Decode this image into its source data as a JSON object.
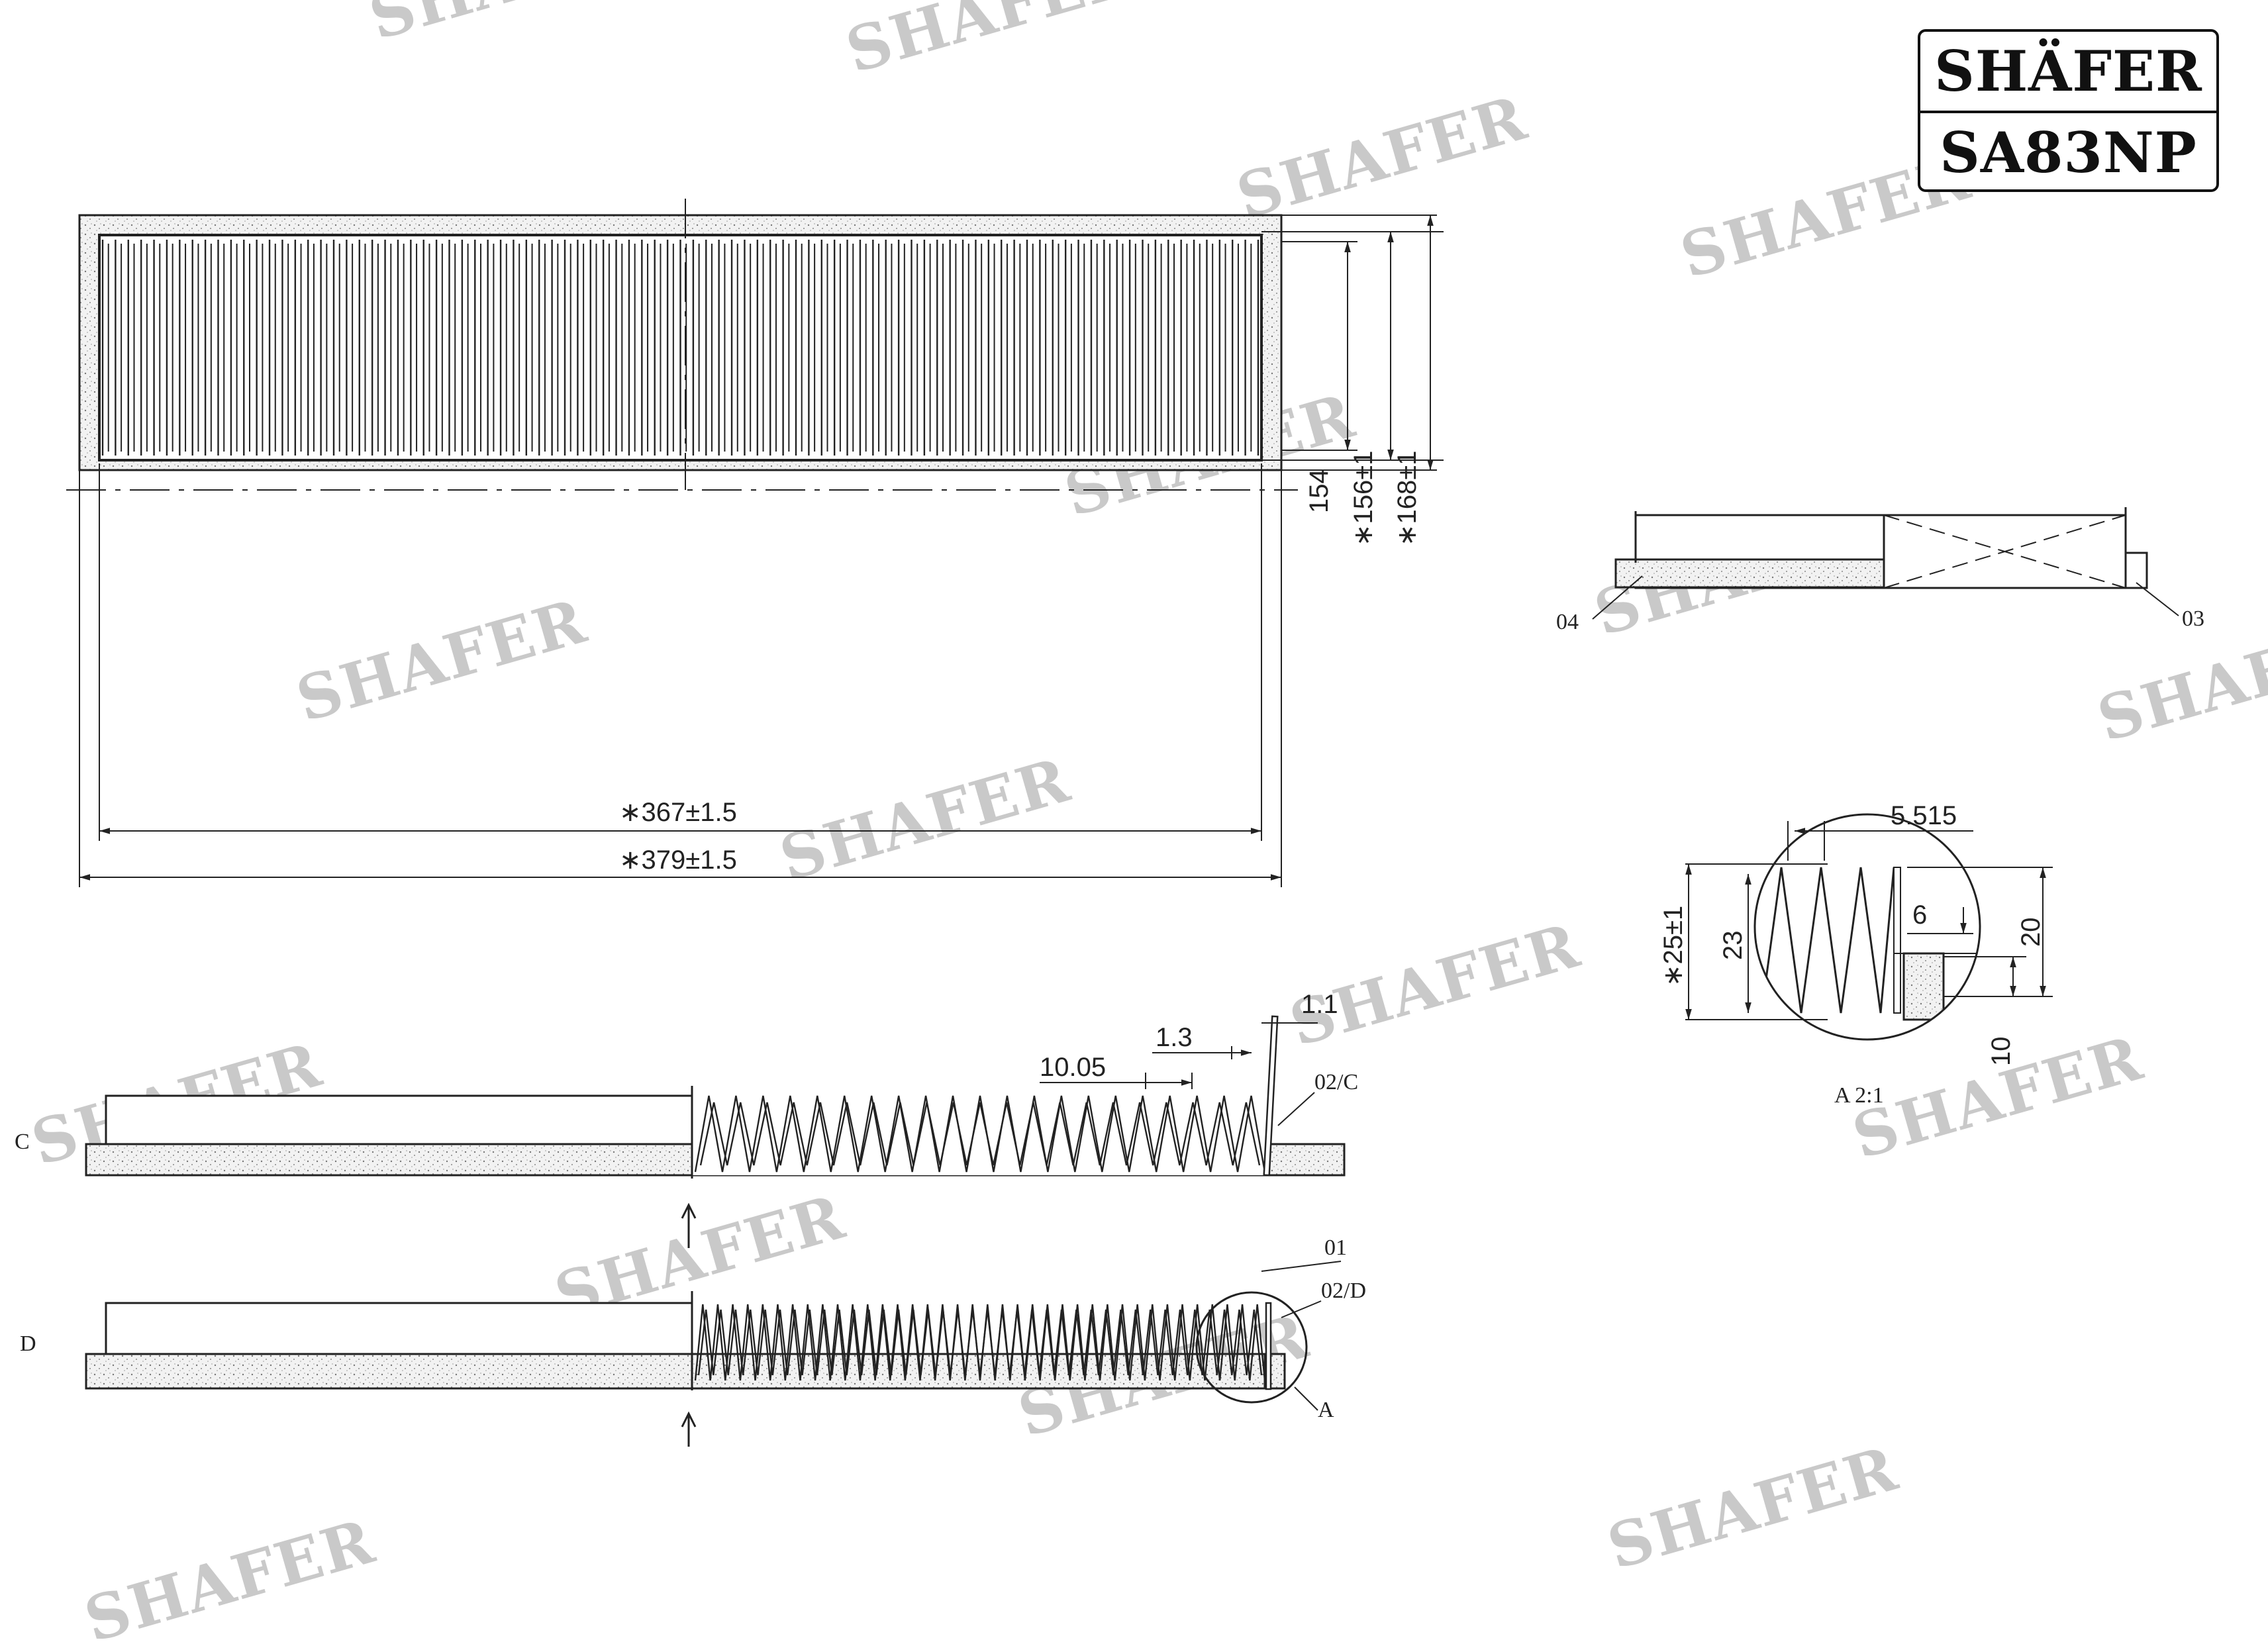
{
  "title_box": {
    "brand": "SHÄFER",
    "part_number": "SA83NP"
  },
  "watermark_text": "SHAFER",
  "top_view": {
    "dims": {
      "height_154": "154",
      "height_156": "∗156±1",
      "height_168": "∗168±1",
      "width_367": "∗367±1.5",
      "width_379": "∗379±1.5"
    }
  },
  "side_view_right": {
    "labels": {
      "label_04": "04",
      "label_03": "03"
    }
  },
  "detail_a": {
    "dims": {
      "d_5515": "5.515",
      "d_6": "6",
      "d_25": "∗25±1",
      "d_23": "23",
      "d_20": "20",
      "d_10": "10"
    },
    "caption": "A 2:1"
  },
  "section_c": {
    "letter": "C",
    "dims": {
      "d_11": "1.1",
      "d_13": "1.3",
      "d_1005": "10.05"
    },
    "labels": {
      "label_02c": "02/C"
    }
  },
  "section_d": {
    "letter": "D",
    "labels": {
      "label_01": "01",
      "label_02d": "02/D",
      "label_a": "A"
    }
  },
  "colors": {
    "ink": "#222222",
    "watermark": "#c9c9c9",
    "frame_fill": "#f2f2f2"
  }
}
